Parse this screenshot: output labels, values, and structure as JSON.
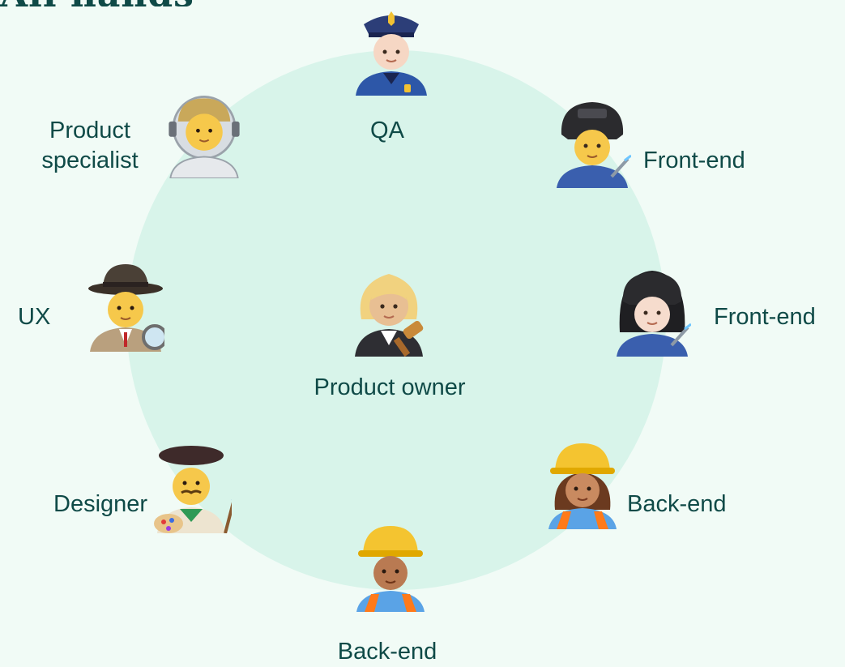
{
  "heading": "All hands",
  "diagram": {
    "center": {
      "label": "Product owner",
      "avatar": "judge-icon"
    },
    "members": [
      {
        "id": "qa",
        "label": "QA",
        "avatar": "police-officer-icon"
      },
      {
        "id": "frontend-1",
        "label": "Front-end",
        "avatar": "welder-man-icon"
      },
      {
        "id": "frontend-2",
        "label": "Front-end",
        "avatar": "welder-woman-icon"
      },
      {
        "id": "backend-1",
        "label": "Back-end",
        "avatar": "construction-worker-woman-icon"
      },
      {
        "id": "backend-2",
        "label": "Back-end",
        "avatar": "construction-worker-man-icon"
      },
      {
        "id": "designer",
        "label": "Designer",
        "avatar": "artist-icon"
      },
      {
        "id": "ux",
        "label": "UX",
        "avatar": "detective-icon"
      },
      {
        "id": "product-specialist",
        "label": "Product\nspecialist",
        "avatar": "astronaut-icon"
      }
    ]
  },
  "colors": {
    "background": "#f1fbf6",
    "circle": "#d8f4ea",
    "text": "#0f4a47"
  }
}
